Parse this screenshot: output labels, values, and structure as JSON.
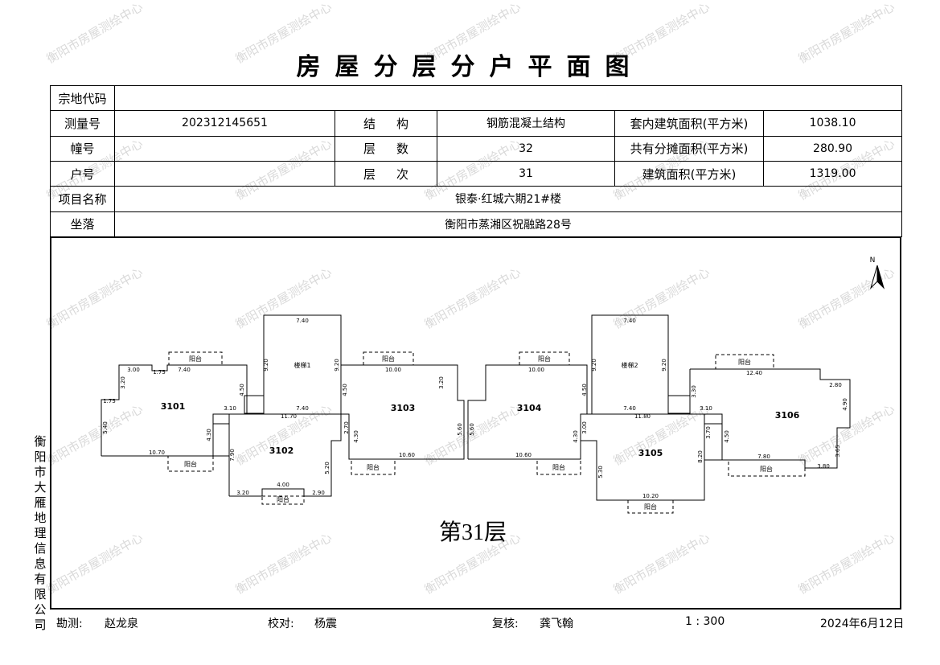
{
  "title": "房屋分层分户平面图",
  "info": {
    "zong_di_label": "宗地代码",
    "zong_di_value": "",
    "measure_no_label": "测量号",
    "measure_no_value": "202312145651",
    "structure_label": "结构",
    "structure_value": "钢筋混凝土结构",
    "inner_area_label": "套内建筑面积(平方米)",
    "inner_area_value": "1038.10",
    "building_label": "幢号",
    "building_value": "",
    "floors_label": "层数",
    "floors_value": "32",
    "shared_area_label": "共有分摊面积(平方米)",
    "shared_area_value": "280.90",
    "unit_label": "户号",
    "unit_value": "",
    "floor_no_label": "层次",
    "floor_no_value": "31",
    "total_area_label": "建筑面积(平方米)",
    "total_area_value": "1319.00",
    "project_label": "项目名称",
    "project_value": "银泰·红城六期21#楼",
    "location_label": "坐落",
    "location_value": "衡阳市蒸湘区祝融路28号"
  },
  "plan": {
    "floor_label": "第31层",
    "north_label": "N",
    "units": [
      "3101",
      "3102",
      "3103",
      "3104",
      "3105",
      "3106"
    ],
    "stairs": [
      "楼梯1",
      "楼梯2"
    ],
    "balcony": "阳台",
    "dims": {
      "s1_top": "7.40",
      "s1_bottom": "7.40",
      "s1_left": "9.20",
      "s1_right": "9.20",
      "s2_top": "7.40",
      "s2_bottom": "7.40",
      "s2_left": "9.20",
      "s2_right": "9.20",
      "u1_top_a": "3.00",
      "u1_top_b": "7.40",
      "u1_left": "5.40",
      "u1_left_top": "3.20",
      "u1_bottom": "10.70",
      "u1_right": "4.50",
      "u1_small": "1.75",
      "u1_right2": "4.30",
      "u2_top": "11.70",
      "u2_left": "7.90",
      "u2_right": "5.20",
      "u2_r2": "2.70",
      "u2_r3": "4.30",
      "u2_bottom_a": "3.20",
      "u2_bottom_b": "4.00",
      "u2_bottom_c": "2.90",
      "u2_side": "3.10",
      "u3_top": "10.00",
      "u3_left": "4.50",
      "u3_right_top": "3.20",
      "u3_right": "5.60",
      "u3_bottom": "10.60",
      "u4_top": "10.00",
      "u4_left": "5.60",
      "u4_right": "4.50",
      "u4_bottom": "10.60",
      "u5_top": "11.80",
      "u5_left_top": "3.00",
      "u5_left": "4.30",
      "u5_left_b": "5.30",
      "u5_right": "8.20",
      "u5_bottom": "10.20",
      "u5_side": "3.70",
      "u6_top": "12.40",
      "u6_right_top": "2.80",
      "u6_right": "4.90",
      "u6_right_b": "3.65",
      "u6_bottom_a": "7.80",
      "u6_bottom_b": "3.80",
      "u6_left": "4.50",
      "u6_left_top": "3.30",
      "u6_side": "3.10"
    }
  },
  "company": [
    "衡",
    "阳",
    "市",
    "大",
    "雁",
    "地",
    "理",
    "信",
    "息",
    "有",
    "限",
    "公",
    "司"
  ],
  "footer": {
    "survey_label": "勘测:",
    "survey_name": "赵龙泉",
    "check_label": "校对:",
    "check_name": "杨震",
    "review_label": "复核:",
    "review_name": "龚飞翰",
    "scale": "1 : 300",
    "date": "2024年6月12日"
  },
  "watermark": "衡阳市房屋测绘中心"
}
